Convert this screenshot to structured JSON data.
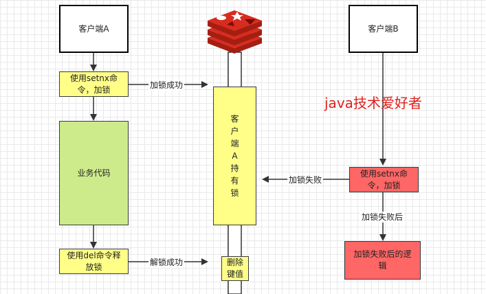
{
  "nodes": {
    "client_a": "客户端A",
    "client_b": "客户端B",
    "a_setnx": "使用setnx命令，加锁",
    "business_code": "业务代码",
    "a_del": "使用del命令释放锁",
    "holder_chars": [
      "客",
      "户",
      "端",
      "A",
      "持",
      "有",
      "锁"
    ],
    "delete_key": "删除键值",
    "b_setnx": "使用setnx命令，加锁",
    "b_after_fail": "加锁失败后的逻辑"
  },
  "edges": {
    "lock_success": "加锁成功",
    "lock_fail": "加锁失败",
    "after_fail": "加锁失败后",
    "unlock_success": "解锁成功"
  },
  "watermark": "java技术爱好者",
  "colors": {
    "yellow": "#ffff88",
    "green": "#cdeb8b",
    "red": "#ff6666",
    "redis_red": "#d82c20",
    "watermark": "#e0201b"
  },
  "icons": {
    "redis_logo": "redis-logo-icon"
  }
}
